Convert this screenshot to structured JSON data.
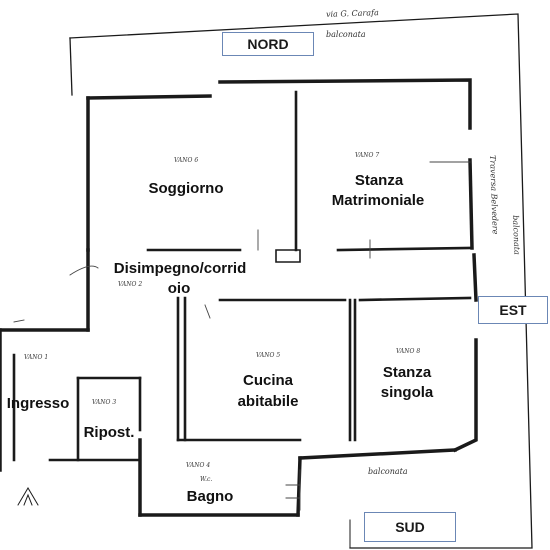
{
  "street": "via G. Carafa",
  "street_right": "Traversa Belvedere",
  "compass": {
    "north": "NORD",
    "east": "EST",
    "south": "SUD"
  },
  "balconies": {
    "top": "balconata",
    "right": "balconata",
    "bottom": "balconata"
  },
  "rooms": {
    "soggiorno": {
      "name": "Soggiorno",
      "vano": "VANO 6"
    },
    "matrimoniale": {
      "name_line1": "Stanza",
      "name_line2": "Matrimoniale",
      "vano": "VANO 7"
    },
    "disimpegno": {
      "name_line1": "Disimpegno/corrid",
      "name_line2": "oio",
      "vano": "VANO 2"
    },
    "ingresso": {
      "name": "Ingresso",
      "vano": "VANO 1"
    },
    "ripost": {
      "name": "Ripost.",
      "vano": "VANO 3"
    },
    "cucina": {
      "name_line1": "Cucina",
      "name_line2": "abitabile",
      "vano": "VANO 5"
    },
    "singola": {
      "name_line1": "Stanza",
      "name_line2": "singola",
      "vano": "VANO 8"
    },
    "bagno": {
      "name": "Bagno",
      "vano": "VANO 4",
      "sub": "W.c."
    }
  }
}
